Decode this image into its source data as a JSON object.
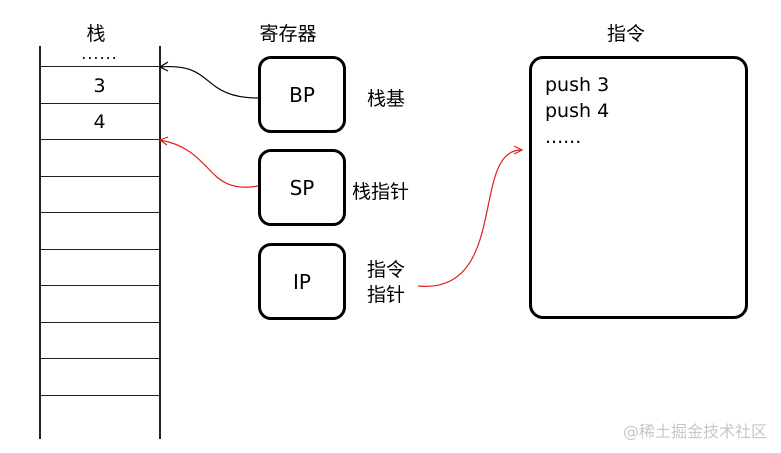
{
  "titles": {
    "stack": "栈",
    "registers": "寄存器",
    "instructions": "指令"
  },
  "stack": {
    "top_ellipsis": "......",
    "cells": [
      "3",
      "4"
    ]
  },
  "registers": [
    {
      "name": "BP",
      "label": "栈基"
    },
    {
      "name": "SP",
      "label": "栈指针"
    },
    {
      "name": "IP",
      "label_line1": "指令",
      "label_line2": "指针"
    }
  ],
  "instructions": {
    "lines": [
      "push 3",
      "push 4",
      "......"
    ]
  },
  "colors": {
    "bp_arrow": "#000000",
    "sp_arrow": "#e02020",
    "ip_arrow": "#e02020"
  },
  "watermark": "@稀土掘金技术社区"
}
